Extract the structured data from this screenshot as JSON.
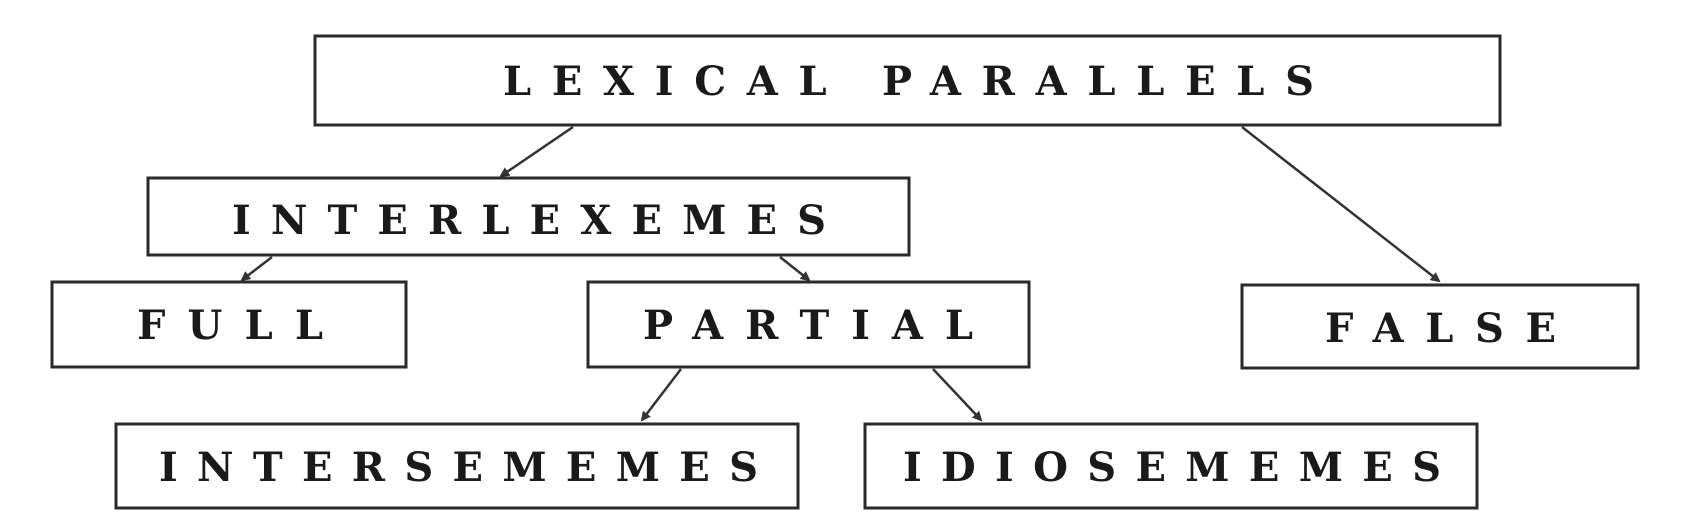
{
  "diagram": {
    "root": "LEXICAL PARALLELS",
    "interlexemes": "INTERLEXEMES",
    "full": "FULL",
    "partial": "PARTIAL",
    "false": "FALSE",
    "intersememes": "INTERSEMEMES",
    "idiosememes": "IDIOSEMEMES",
    "edges": [
      [
        "LEXICAL PARALLELS",
        "INTERLEXEMES"
      ],
      [
        "LEXICAL PARALLELS",
        "FALSE"
      ],
      [
        "INTERLEXEMES",
        "FULL"
      ],
      [
        "INTERLEXEMES",
        "PARTIAL"
      ],
      [
        "PARTIAL",
        "INTERSEMEMES"
      ],
      [
        "PARTIAL",
        "IDIOSEMEMES"
      ]
    ]
  }
}
